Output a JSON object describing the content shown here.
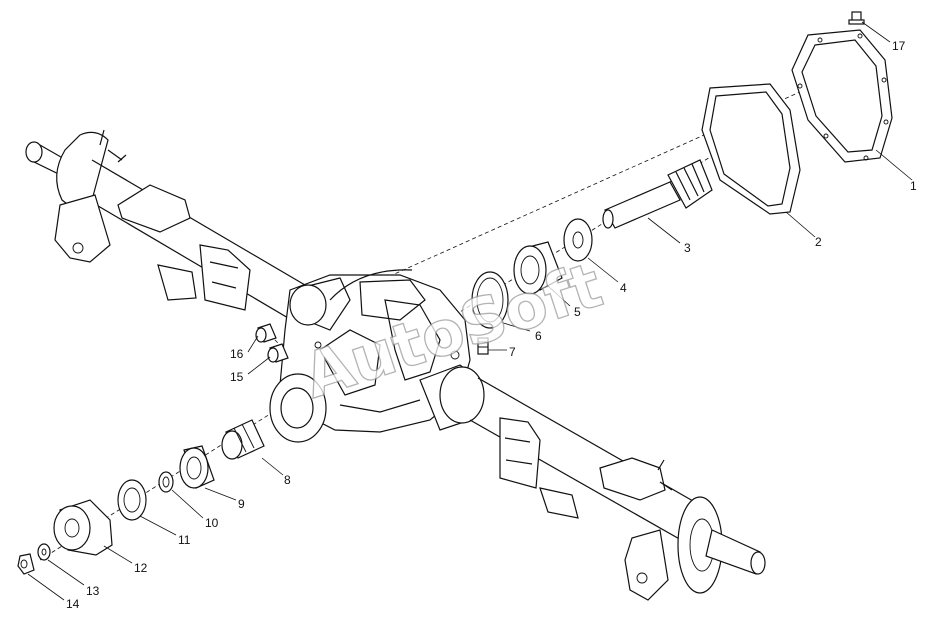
{
  "watermark": "AutoSoft",
  "callouts": [
    {
      "id": "1",
      "label": "1"
    },
    {
      "id": "2",
      "label": "2"
    },
    {
      "id": "3",
      "label": "3"
    },
    {
      "id": "4",
      "label": "4"
    },
    {
      "id": "5",
      "label": "5"
    },
    {
      "id": "6",
      "label": "6"
    },
    {
      "id": "7",
      "label": "7"
    },
    {
      "id": "8",
      "label": "8"
    },
    {
      "id": "9",
      "label": "9"
    },
    {
      "id": "10",
      "label": "10"
    },
    {
      "id": "11",
      "label": "11"
    },
    {
      "id": "12",
      "label": "12"
    },
    {
      "id": "13",
      "label": "13"
    },
    {
      "id": "14",
      "label": "14"
    },
    {
      "id": "15",
      "label": "15"
    },
    {
      "id": "16",
      "label": "16"
    },
    {
      "id": "17",
      "label": "17"
    }
  ]
}
